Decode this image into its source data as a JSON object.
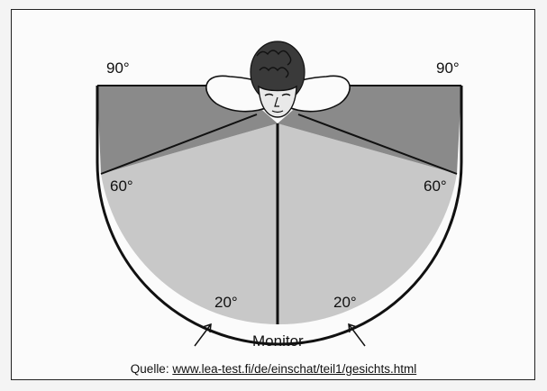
{
  "labels": {
    "top_left_90": "90°",
    "top_right_90": "90°",
    "left_60": "60°",
    "right_60": "60°",
    "left_20": "20°",
    "right_20": "20°",
    "monitor": "Monitor"
  },
  "caption": {
    "prefix": "Quelle: ",
    "url": "www.lea-test.fi/de/einschat/teil1/gesichts.html"
  },
  "colors": {
    "dark_sector": "#8a8a8a",
    "light_sector": "#c8c8c8",
    "outline": "#111111"
  }
}
